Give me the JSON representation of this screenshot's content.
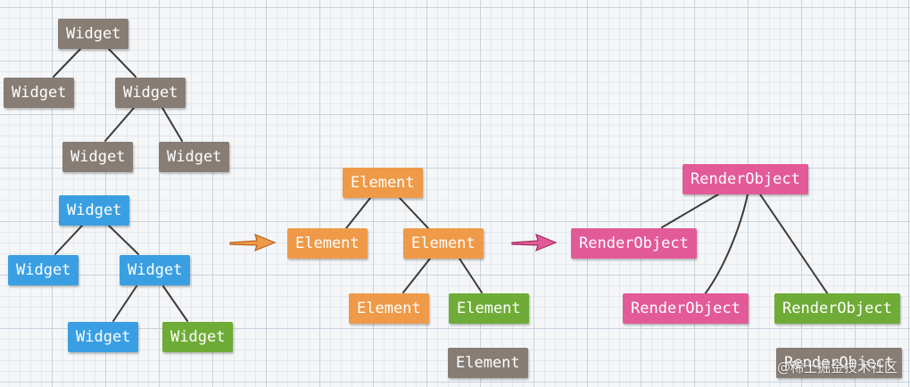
{
  "colors": {
    "gray": "#877d75",
    "blue": "#3a9fe2",
    "orange": "#ef9a48",
    "green": "#6fac37",
    "pink": "#e35a98",
    "edge": "#3f3a36"
  },
  "widget_tree_gray": {
    "root": "Widget",
    "left": "Widget",
    "mid": "Widget",
    "mid_left": "Widget",
    "mid_right": "Widget"
  },
  "widget_tree_blue": {
    "root": "Widget",
    "left": "Widget",
    "mid": "Widget",
    "mid_left": "Widget",
    "mid_right": "Widget"
  },
  "element_tree": {
    "root": "Element",
    "left": "Element",
    "mid": "Element",
    "mid_left": "Element",
    "mid_right": "Element",
    "detached": "Element"
  },
  "render_tree": {
    "root": "RenderObject",
    "left": "RenderObject",
    "bottom_left": "RenderObject",
    "bottom_right": "RenderObject",
    "detached": "RenderObject"
  },
  "arrows": {
    "first": "orange",
    "second": "pink"
  },
  "watermark": "@稀土掘金技术社区"
}
